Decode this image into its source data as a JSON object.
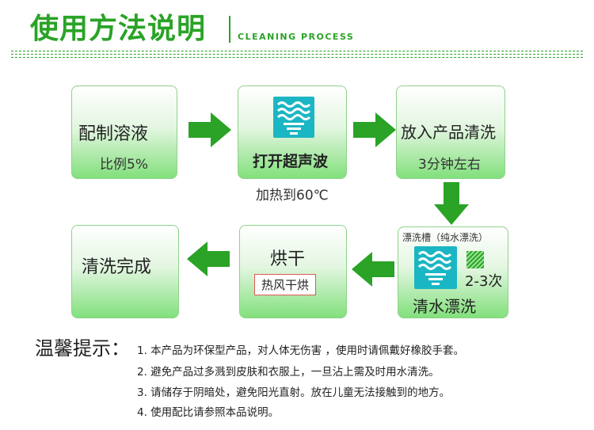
{
  "header": {
    "title": "使用方法说明",
    "subtitle": "CLEANING PROCESS"
  },
  "steps": {
    "step1": {
      "title": "配制溶液",
      "sub": "比例5%"
    },
    "step2": {
      "title": "打开超声波",
      "note": "加热到60℃"
    },
    "step3": {
      "title": "放入产品清洗",
      "sub": "3分钟左右"
    },
    "step4": {
      "header": "漂洗槽（纯水漂洗）",
      "count": "2-3次",
      "title": "清水漂洗"
    },
    "step5": {
      "title": "烘干",
      "label": "热风干烘"
    },
    "step6": {
      "title": "清洗完成"
    }
  },
  "tips": {
    "title": "温馨提示：",
    "items": [
      "1.  本产品为环保型产品，对人体无伤害 ，使用时请佩戴好橡胶手套。",
      "2.  避免产品过多溅到皮肤和衣服上，一旦沾上需及时用水清洗。",
      "3. 请储存于阴暗处，避免阳光直射。放在儿童无法接触到的地方。",
      "4.  使用配比请参照本品说明。"
    ]
  },
  "colors": {
    "accent": "#2aa326",
    "icon": "#1bb6c4",
    "label_border": "#e25858"
  },
  "icons": [
    "ultrasonic-wave-icon",
    "rinse-wave-icon",
    "stripe-pattern-icon",
    "arrow-right-icon",
    "arrow-down-icon",
    "arrow-left-icon"
  ]
}
